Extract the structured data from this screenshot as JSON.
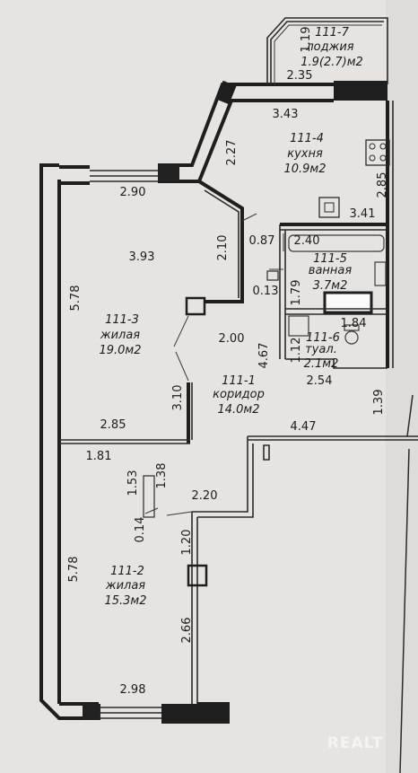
{
  "rooms": {
    "loggia": {
      "number": "111-7",
      "name": "лоджия",
      "area": "1.9(2.7)м2"
    },
    "kitchen": {
      "number": "111-4",
      "name": "кухня",
      "area": "10.9м2"
    },
    "living_large": {
      "number": "111-3",
      "name": "жилая",
      "area": "19.0м2"
    },
    "bathroom": {
      "number": "111-5",
      "name": "ванная",
      "area": "3.7м2"
    },
    "toilet": {
      "number": "111-6",
      "name": "туал.",
      "area": "2.1м2"
    },
    "corridor": {
      "number": "111-1",
      "name": "коридор",
      "area": "14.0м2"
    },
    "living_small": {
      "number": "111-2",
      "name": "жилая",
      "area": "15.3м2"
    }
  },
  "dimensions": {
    "loggia_h": "1.19",
    "loggia_w": "2.35",
    "kitchen_wall_top": "3.43",
    "kitchen_diag": "2.27",
    "kitchen_right": "2.85",
    "kitchen_bottom": "3.41",
    "living_top": "2.90",
    "living_inner": "3.93",
    "living_notch": "2.10",
    "living_left": "5.78",
    "corridor_087": "0.87",
    "bath_top": "2.40",
    "bath_013": "0.13",
    "bath_h": "1.79",
    "toilet_w": "1.84",
    "corridor_200": "2.00",
    "corridor_467": "4.67",
    "toilet_h": "1.12",
    "toilet_bottom": "2.54",
    "right_139": "1.39",
    "corridor_310": "3.10",
    "living_bottom": "2.85",
    "corridor_bottom": "4.47",
    "closet_181": "1.81",
    "closet_153": "1.53",
    "closet_138": "1.38",
    "closet_014": "0.14",
    "closet_220": "2.20",
    "closet_120": "1.20",
    "room2_left": "5.78",
    "room2_right": "2.66",
    "room2_bottom": "2.98"
  },
  "watermark": "REALT"
}
